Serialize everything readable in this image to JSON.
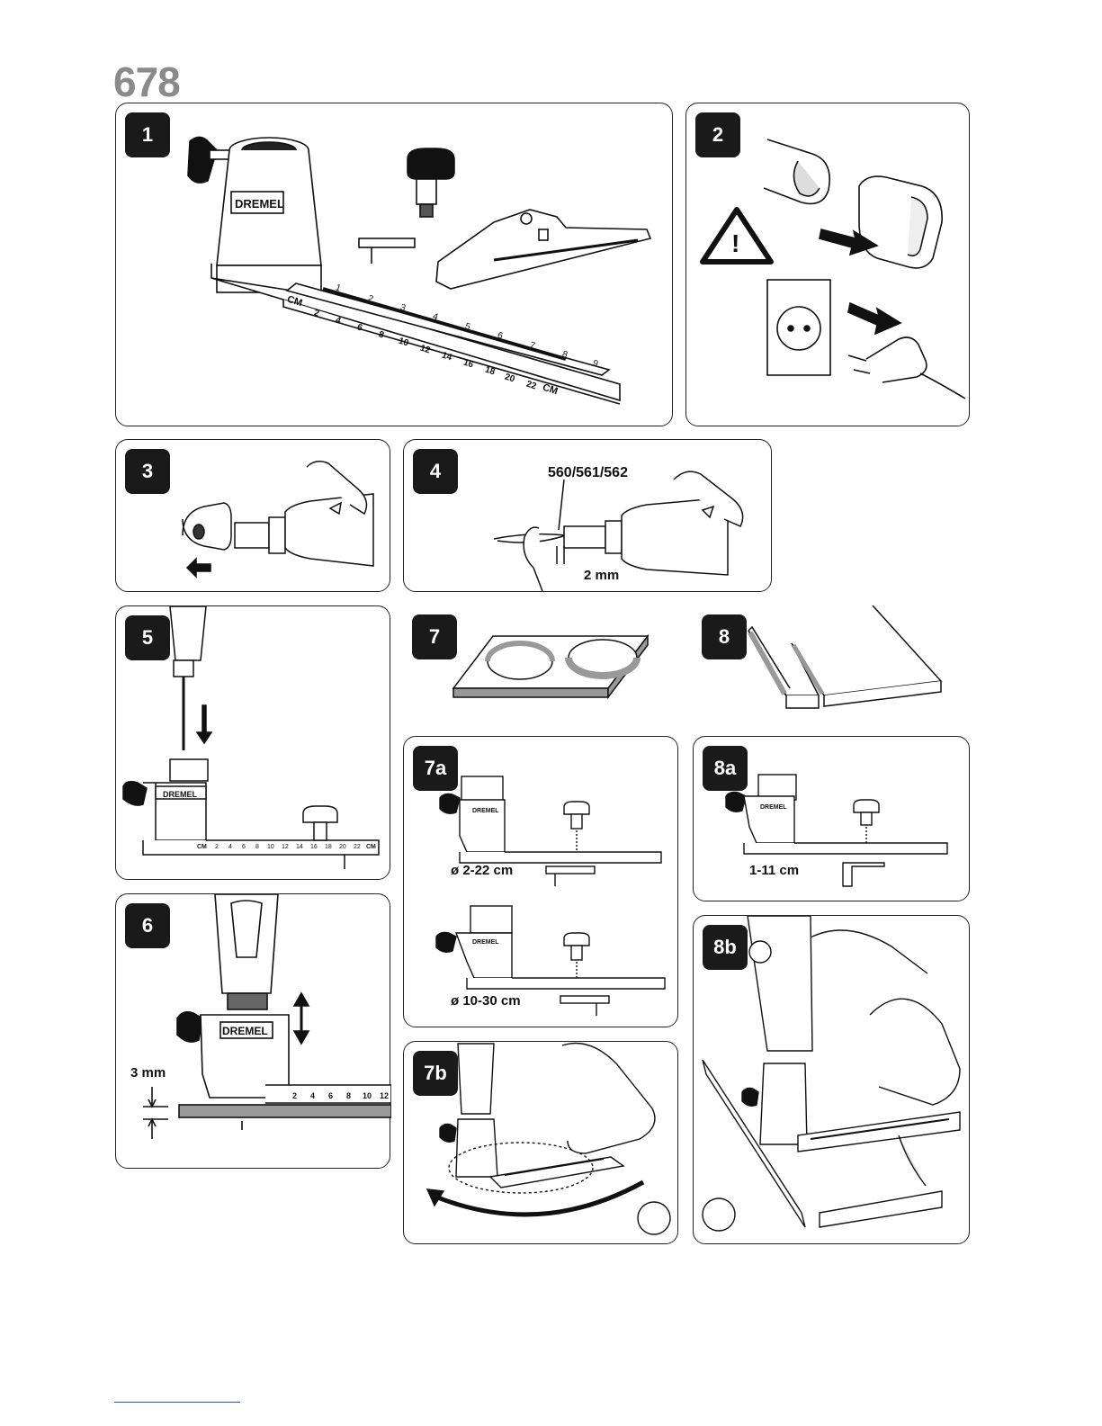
{
  "page": {
    "title": "678"
  },
  "brand": "DREMEL",
  "panels": {
    "p1": {
      "number": "1",
      "ruler_unit": "CM",
      "ruler_top": [
        "1",
        "2",
        "3",
        "4",
        "5",
        "6",
        "7",
        "8",
        "9"
      ],
      "ruler_bottom": [
        "2",
        "4",
        "6",
        "8",
        "10",
        "12",
        "14",
        "16",
        "18",
        "20",
        "22"
      ]
    },
    "p2": {
      "number": "2",
      "warning": "!"
    },
    "p3": {
      "number": "3"
    },
    "p4": {
      "number": "4",
      "bits": "560/561/562",
      "depth": "2 mm"
    },
    "p5": {
      "number": "5",
      "ruler": [
        "2",
        "4",
        "6",
        "8",
        "10",
        "12",
        "14",
        "16",
        "18",
        "20",
        "22"
      ],
      "unit": "CM"
    },
    "p6": {
      "number": "6",
      "depth": "3 mm",
      "ruler": [
        "2",
        "4",
        "6",
        "8",
        "10",
        "12"
      ]
    },
    "p7": {
      "number": "7"
    },
    "p8": {
      "number": "8"
    },
    "p7a": {
      "number": "7a",
      "range1": "ø 2-22 cm",
      "range2": "ø 10-30 cm"
    },
    "p8a": {
      "number": "8a",
      "range": "1-11 cm"
    },
    "p7b": {
      "number": "7b"
    },
    "p8b": {
      "number": "8b"
    }
  }
}
